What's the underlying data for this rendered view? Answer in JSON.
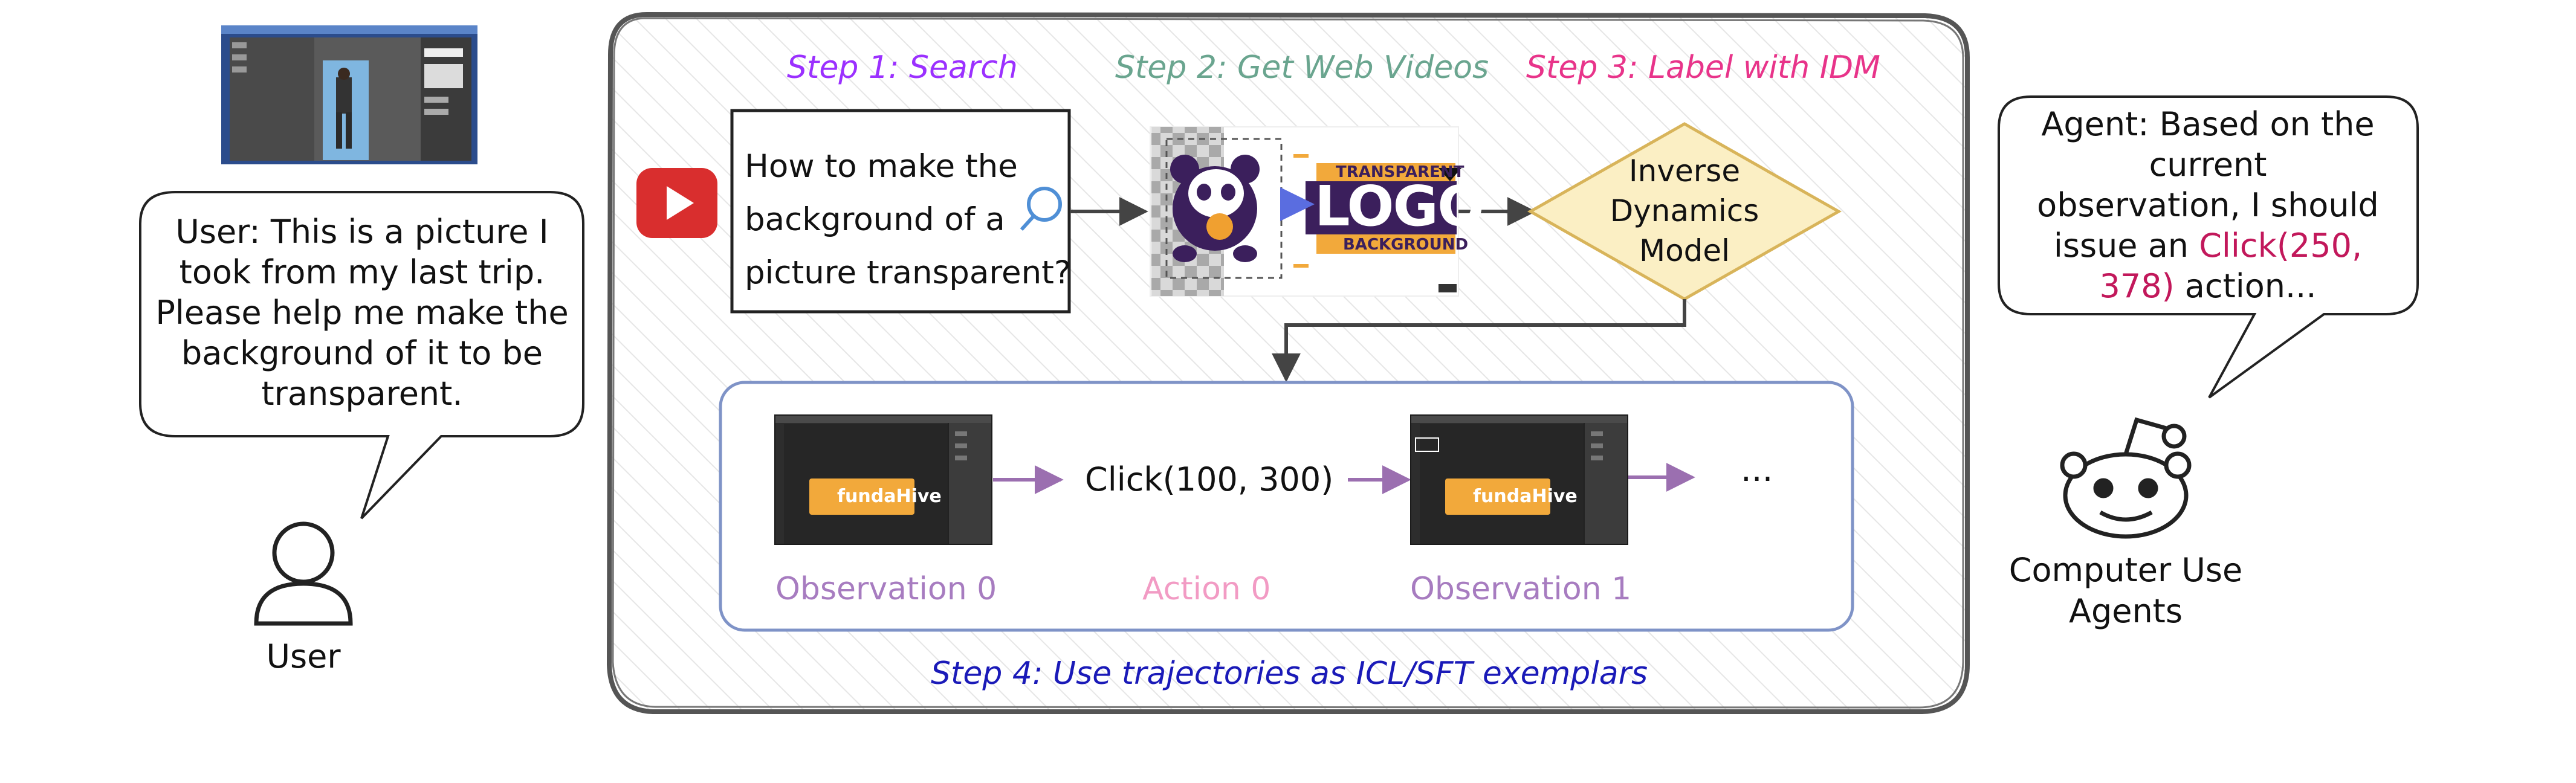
{
  "user": {
    "speech": [
      "User: This is a picture I",
      "took from my last trip.",
      "Please help me make the",
      "background of it to be",
      "transparent."
    ],
    "label": "User"
  },
  "steps": {
    "step1": "Step 1: Search",
    "step2": "Step 2: Get Web Videos",
    "step3": "Step 3: Label with IDM",
    "step4": "Step 4: Use trajectories as ICL/SFT exemplars"
  },
  "search": {
    "query": [
      "How to make the",
      "background of a",
      "picture transparent?"
    ]
  },
  "thumbnail": {
    "line1": "TRANSPARENT",
    "line2": "LOGO",
    "line3": "BACKGROUND"
  },
  "idm": {
    "lines": [
      "Inverse",
      "Dynamics",
      "Model"
    ]
  },
  "trajectory": {
    "obs0_label": "Observation 0",
    "action0_text": "Click(100, 300)",
    "action0_label": "Action 0",
    "obs1_label": "Observation 1",
    "ellipsis": "...",
    "screen_logo_text": "fundaHive"
  },
  "agent": {
    "speech_prefix": [
      "Agent: Based on the",
      "current",
      "observation, I should",
      "issue an "
    ],
    "click_part1": "Click(250,",
    "click_part2": "378)",
    "speech_suffix": " action...",
    "label_line1": "Computer Use",
    "label_line2": "Agents"
  },
  "colors": {
    "step1": "#9b30ff",
    "step2": "#6aa58f",
    "step3": "#e8348a",
    "step4": "#1a1ab8",
    "obs_label": "#a77cc0",
    "action_label": "#f29bc4",
    "click_highlight": "#c2185b",
    "idm_fill": "#fbefc4",
    "idm_stroke": "#d8b45a",
    "traj_border": "#7f93c7",
    "arrow_purple": "#9b6fb0"
  }
}
